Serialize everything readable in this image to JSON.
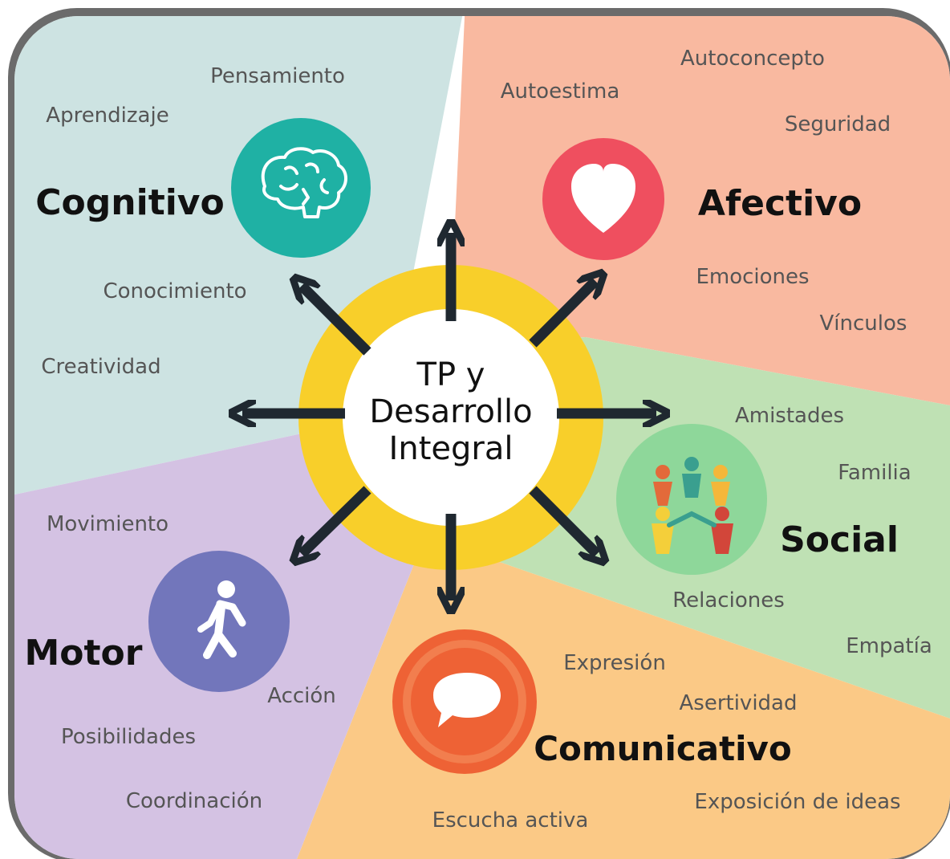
{
  "center": {
    "line1": "TP y",
    "line2": "Desarrollo",
    "line3": "Integral"
  },
  "areas": {
    "cognitivo": {
      "title": "Cognitivo",
      "icon": "brain-icon",
      "color": "#cde3e2",
      "circle_color": "#1fb1a4",
      "keywords": [
        "Pensamiento",
        "Aprendizaje",
        "Conocimiento",
        "Creatividad"
      ]
    },
    "afectivo": {
      "title": "Afectivo",
      "icon": "heart-icon",
      "color": "#f9b9a0",
      "circle_color": "#ef4f5f",
      "keywords": [
        "Autoconcepto",
        "Autoestima",
        "Seguridad",
        "Emociones",
        "Vínculos"
      ]
    },
    "social": {
      "title": "Social",
      "icon": "people-circle-icon",
      "color": "#bfe1b4",
      "circle_color": "#8ed79a",
      "keywords": [
        "Amistades",
        "Familia",
        "Relaciones",
        "Empatía"
      ]
    },
    "comunicativo": {
      "title": "Comunicativo",
      "icon": "speech-bubble-icon",
      "color": "#fbc986",
      "circle_color": "#ee6235",
      "keywords": [
        "Expresión",
        "Asertividad",
        "Exposición de ideas",
        "Escucha activa"
      ]
    },
    "motor": {
      "title": "Motor",
      "icon": "walking-person-icon",
      "color": "#d4c2e3",
      "circle_color": "#7276bb",
      "keywords": [
        "Movimiento",
        "Acción",
        "Posibilidades",
        "Coordinación"
      ]
    }
  },
  "hub_ring_color": "#f8cf2a",
  "arrow_color": "#1f2830"
}
